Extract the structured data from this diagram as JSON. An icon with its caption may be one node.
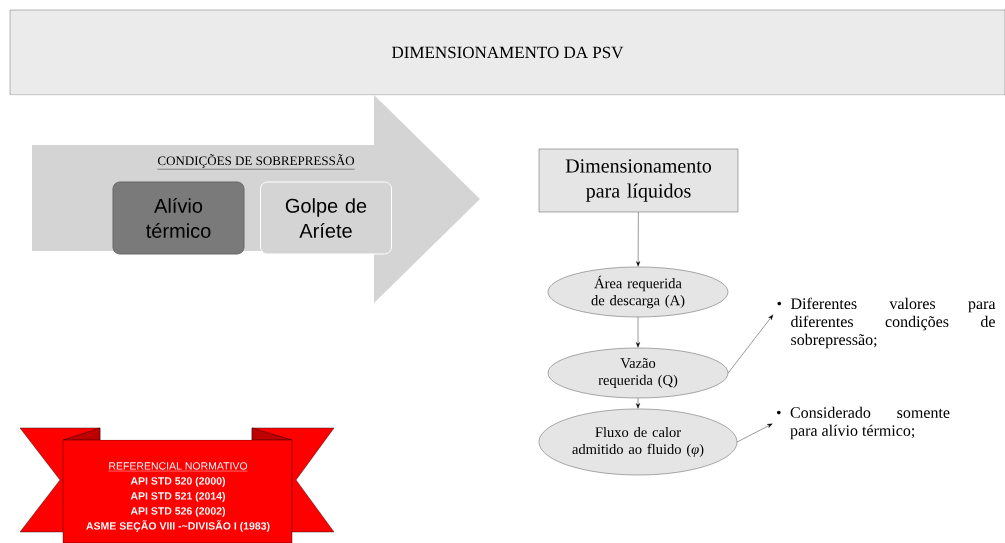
{
  "diagram": {
    "title": "DIMENSIONAMENTO DA PSV",
    "nodes": [
      {
        "text": [
          "CONDIÇÕES DE SOBREPRESSÃO"
        ]
      },
      {
        "text": [
          "Alívio térmico"
        ],
        "in": 0
      },
      {
        "text": [
          "Golpe de Aríete"
        ],
        "in": 0
      },
      {
        "text": [
          "Dimensionamento para líquidos"
        ]
      },
      {
        "text": [
          "Área requerida de descarga (A)"
        ]
      },
      {
        "text": [
          "Vazão requerida (Q)"
        ]
      },
      {
        "text": [
          "Fluxo de calor admitido ao fluido (*φ*)"
        ]
      },
      {
        "text": [
          "Diferentes valores para diferentes condições de sobrepressão;"
        ]
      },
      {
        "text": [
          "Considerado somente para alívio térmico;"
        ]
      },
      {
        "text": [
          "REFERENCIAL NORMATIVO",
          "API STD 520 (2000)",
          "API STD 521 (2014)",
          "API STD 526 (2002)",
          "ASME SEÇÃO VIII -~DIVISÃO I (1983)"
        ]
      }
    ],
    "edges": [
      {
        "from": 3,
        "to": 4,
        "arrow": "to"
      },
      {
        "from": 4,
        "to": 5,
        "arrow": "to"
      },
      {
        "from": 5,
        "to": 6,
        "arrow": "to"
      },
      {
        "from": 5,
        "to": 7,
        "arrow": "to"
      },
      {
        "from": 6,
        "to": 8,
        "arrow": "to"
      }
    ]
  }
}
